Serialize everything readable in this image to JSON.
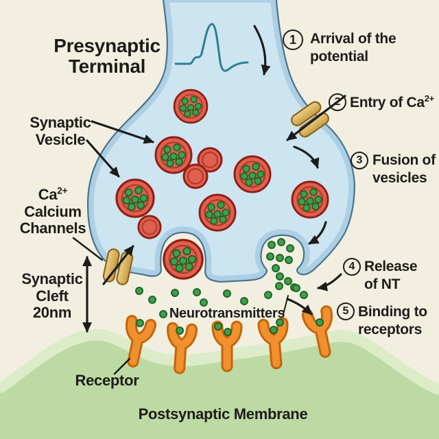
{
  "labels": {
    "presynaptic_terminal": {
      "line1": "Presynaptic",
      "line2": "Terminal"
    },
    "synaptic_vesicle": {
      "line1": "Synaptic",
      "line2": "Vesicle"
    },
    "calcium_channels": {
      "line1_main": "Ca",
      "line1_sup": "2+",
      "line2": "Calcium",
      "line3": "Channels"
    },
    "synaptic_cleft": {
      "line1": "Synaptic",
      "line2": "Cleft",
      "line3": "20nm"
    },
    "neurotransmitters": "Neurotransmitters",
    "receptor": "Receptor",
    "postsynaptic_membrane": "Postsynaptic Membrane"
  },
  "steps": [
    {
      "num": "1",
      "line1": "Arrival of the",
      "line2": "potential"
    },
    {
      "num": "2",
      "line1_main": "Entry of Ca",
      "line1_sup": "2+"
    },
    {
      "num": "3",
      "line1": "Fusion of",
      "line2": "vesicles"
    },
    {
      "num": "4",
      "line1": "Release",
      "line2": "of NT"
    },
    {
      "num": "5",
      "line1": "Binding to",
      "line2": "receptors"
    }
  ],
  "colors": {
    "background_cream": "#f3efe0",
    "terminal_fill": "#cde4f1",
    "terminal_band": "#accfe4",
    "terminal_outline": "#49768f",
    "vesicle_fill": "#e0604f",
    "vesicle_outline": "#8e2015",
    "neurotransmitter_green": "#3fa04a",
    "channel_tan": "#d9ad55",
    "receptor_orange": "#f0902e",
    "postsynaptic_green": "#bedaa4",
    "postsynaptic_band": "#dcecc9",
    "trace_teal": "#2b7f93",
    "text": "#1d1c1a",
    "arrow": "#1d1c1a"
  }
}
